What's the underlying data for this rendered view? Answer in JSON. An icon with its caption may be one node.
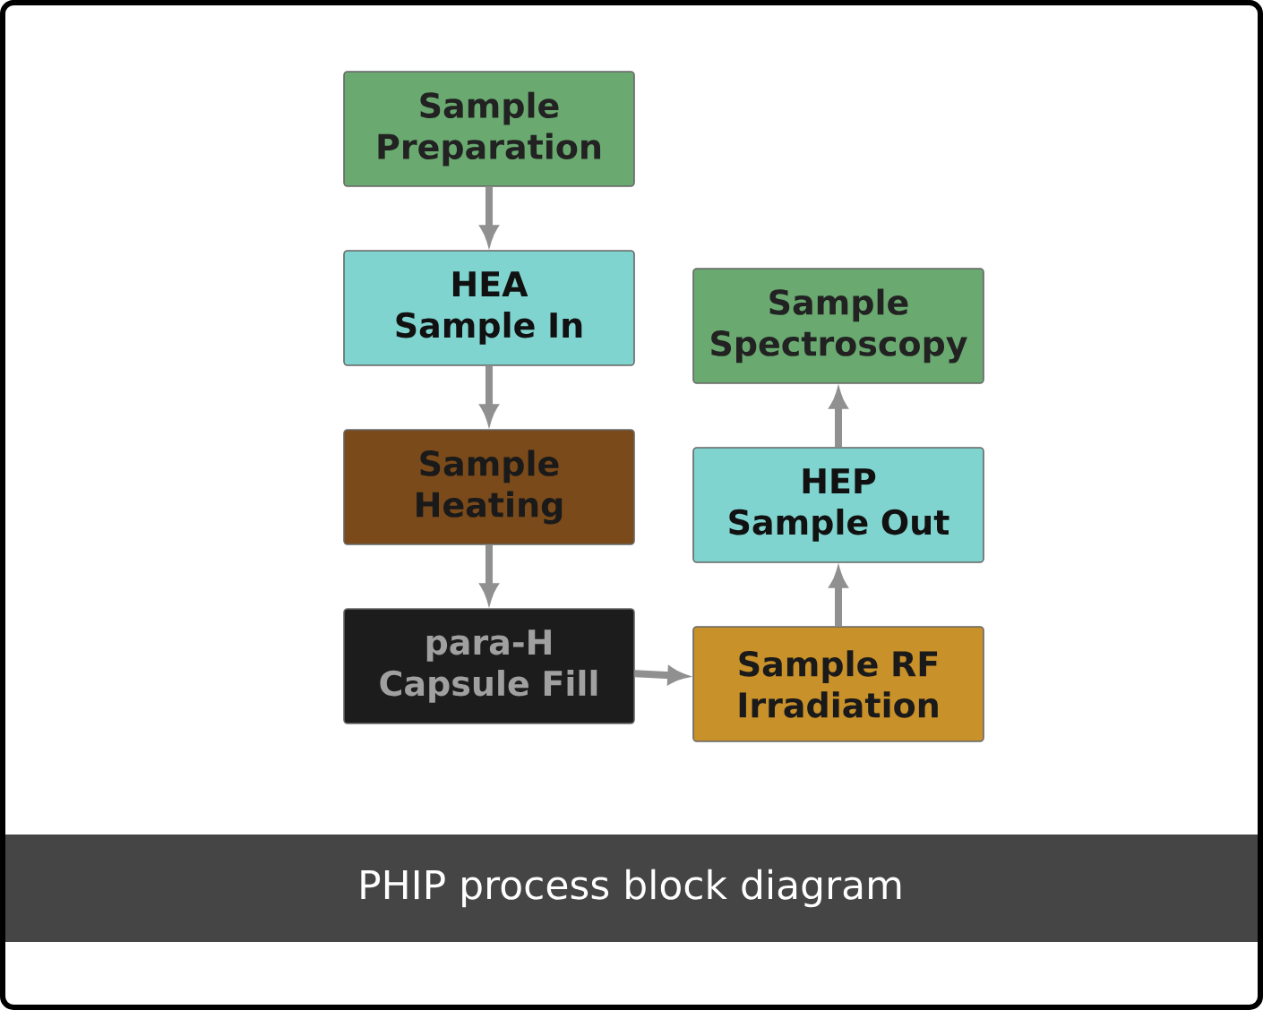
{
  "diagram": {
    "caption": "PHIP process block diagram",
    "nodes": [
      {
        "text": [
          "Sample Preparation"
        ]
      },
      {
        "text": [
          "HEA Sample In"
        ]
      },
      {
        "text": [
          "Sample Heating"
        ]
      },
      {
        "text": [
          "para-H Capsule Fill"
        ]
      },
      {
        "text": [
          "Sample Spectroscopy"
        ]
      },
      {
        "text": [
          "HEP Sample Out"
        ]
      },
      {
        "text": [
          "Sample RF Irradiation"
        ]
      }
    ],
    "edges": [
      {
        "from": 0,
        "to": 1,
        "arrow": "to"
      },
      {
        "from": 1,
        "to": 2,
        "arrow": "to"
      },
      {
        "from": 2,
        "to": 3,
        "arrow": "to"
      },
      {
        "from": 3,
        "to": 6,
        "arrow": "to"
      },
      {
        "from": 6,
        "to": 5,
        "arrow": "to"
      },
      {
        "from": 5,
        "to": 4,
        "arrow": "to"
      }
    ]
  }
}
